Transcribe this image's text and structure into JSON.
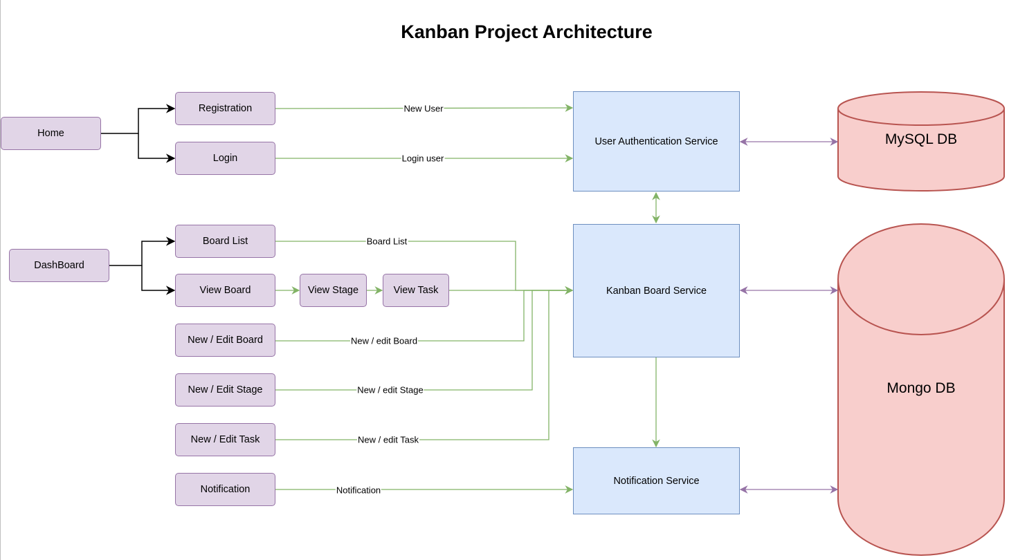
{
  "title": "Kanban Project Architecture",
  "nodes": {
    "home": "Home",
    "dashboard": "DashBoard",
    "registration": "Registration",
    "login": "Login",
    "board_list": "Board List",
    "view_board": "View Board",
    "view_stage": "View Stage",
    "view_task": "View Task",
    "new_edit_board": "New / Edit Board",
    "new_edit_stage": "New / Edit Stage",
    "new_edit_task": "New / Edit Task",
    "notification": "Notification"
  },
  "services": {
    "user_auth": "User Authentication Service",
    "kanban_board": "Kanban Board Service",
    "notification": "Notification Service"
  },
  "databases": {
    "mysql": "MySQL DB",
    "mongo": "Mongo DB"
  },
  "edge_labels": {
    "new_user": "New User",
    "login_user": "Login user",
    "board_list": "Board List",
    "new_edit_board": "New / edit Board",
    "new_edit_stage": "New / edit Stage",
    "new_edit_task": "New / edit Task",
    "notification": "Notification"
  },
  "colors": {
    "ui_fill": "#e1d5e7",
    "ui_stroke": "#9673a6",
    "service_fill": "#dae8fc",
    "service_stroke": "#6c8ebf",
    "db_fill": "#f8cecc",
    "db_stroke": "#b85450",
    "green_edge": "#82b366",
    "purple_edge": "#9673a6",
    "black_edge": "#000000"
  }
}
